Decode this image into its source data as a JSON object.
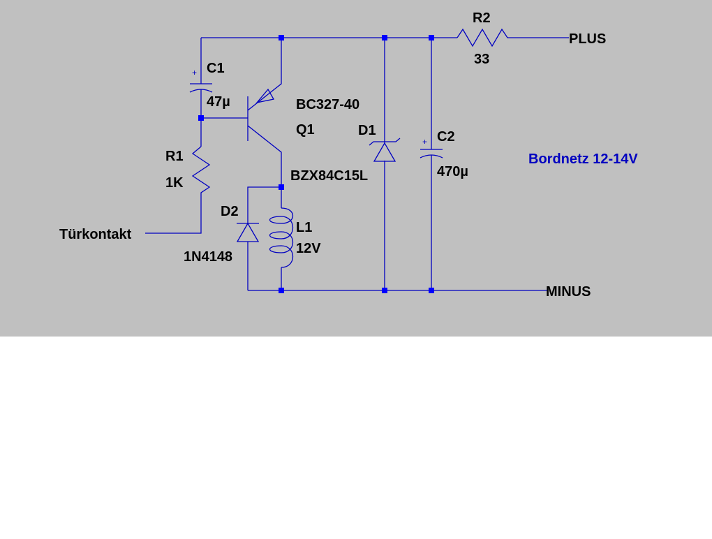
{
  "schematic": {
    "note": "Bordnetz 12-14V",
    "nets": {
      "plus": "PLUS",
      "minus": "MINUS",
      "input": "Türkontakt"
    },
    "components": {
      "c1": {
        "ref": "C1",
        "value": "47µ"
      },
      "c2": {
        "ref": "C2",
        "value": "470µ"
      },
      "r1": {
        "ref": "R1",
        "value": "1K"
      },
      "r2": {
        "ref": "R2",
        "value": "33"
      },
      "q1": {
        "ref": "Q1",
        "value": "BC327-40"
      },
      "d1": {
        "ref": "D1",
        "value": "BZX84C15L"
      },
      "d2": {
        "ref": "D2",
        "value": "1N4148"
      },
      "l1": {
        "ref": "L1",
        "value": "12V"
      }
    },
    "polarity_mark": "+",
    "colors": {
      "background": "#c0c0c0",
      "wire": "#0000c0",
      "junction": "#0000ff",
      "note": "#0000c0"
    }
  }
}
